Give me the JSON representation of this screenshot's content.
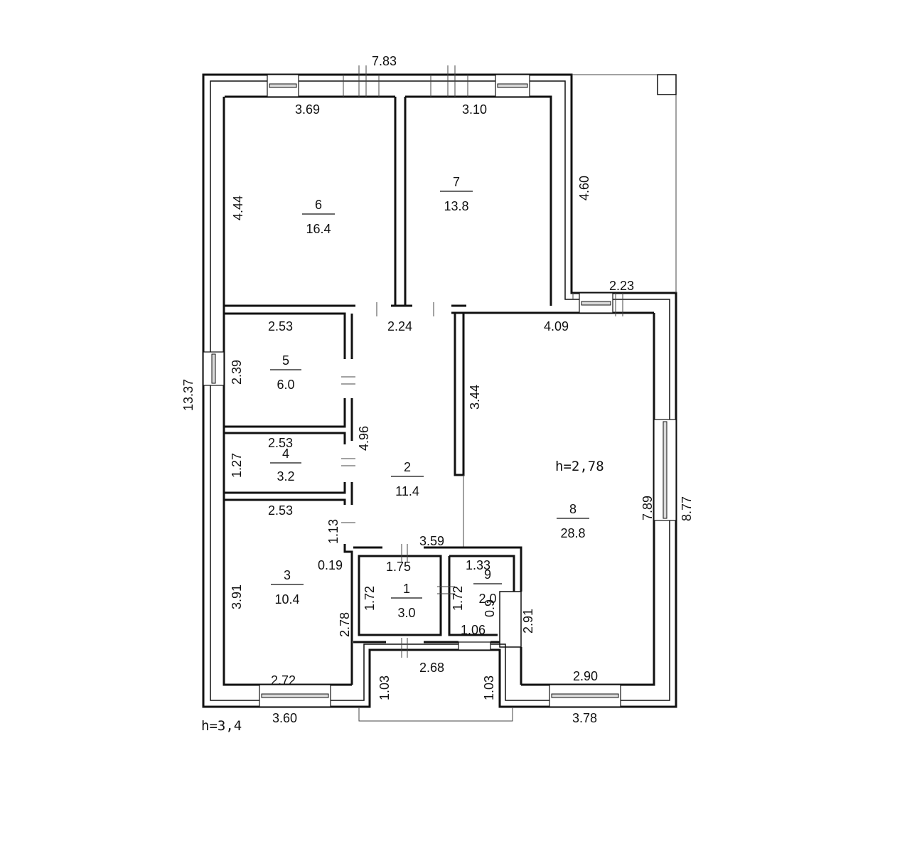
{
  "rooms": [
    {
      "number": "1",
      "area": "3.0"
    },
    {
      "number": "2",
      "area": "11.4"
    },
    {
      "number": "3",
      "area": "10.4"
    },
    {
      "number": "4",
      "area": "3.2"
    },
    {
      "number": "5",
      "area": "6.0"
    },
    {
      "number": "6",
      "area": "16.4"
    },
    {
      "number": "7",
      "area": "13.8"
    },
    {
      "number": "8",
      "area": "28.8"
    },
    {
      "number": "9",
      "area": "2.0"
    }
  ],
  "heights": {
    "main": "h=3,4",
    "room8": "h=2,78"
  },
  "dimensions": {
    "top_overall": "7.83",
    "left_overall": "13.37",
    "right_overall": "8.77",
    "bottom_left": "3.60",
    "bottom_right": "3.78",
    "r6_width": "3.69",
    "r6_height": "4.44",
    "r7_width": "3.10",
    "wing_height": "4.60",
    "wing_width": "2.23",
    "r5_width": "2.53",
    "r5_height": "2.39",
    "corridor_width": "2.24",
    "r8_width": "4.09",
    "partition_len": "3.44",
    "r4_width": "2.53",
    "r4_height": "1.27",
    "r2_height": "4.96",
    "r3_width": "2.53",
    "r3_height": "3.91",
    "r3_inner_height": "2.78",
    "r3_bottom_width": "2.72",
    "gap_1_13": "1.13",
    "gap_0_19": "0.19",
    "bath_total_width": "3.59",
    "r1_width": "1.75",
    "r1_height": "1.72",
    "r9_width": "1.33",
    "r9_height": "1.72",
    "r9_bottom": "1.06",
    "r9_niche": "0.9",
    "niche_len": "2.91",
    "vestibule_width": "2.68",
    "vestibule_left": "1.03",
    "vestibule_right": "1.03",
    "r8_height": "7.89",
    "r8_bottom_width": "2.90"
  }
}
